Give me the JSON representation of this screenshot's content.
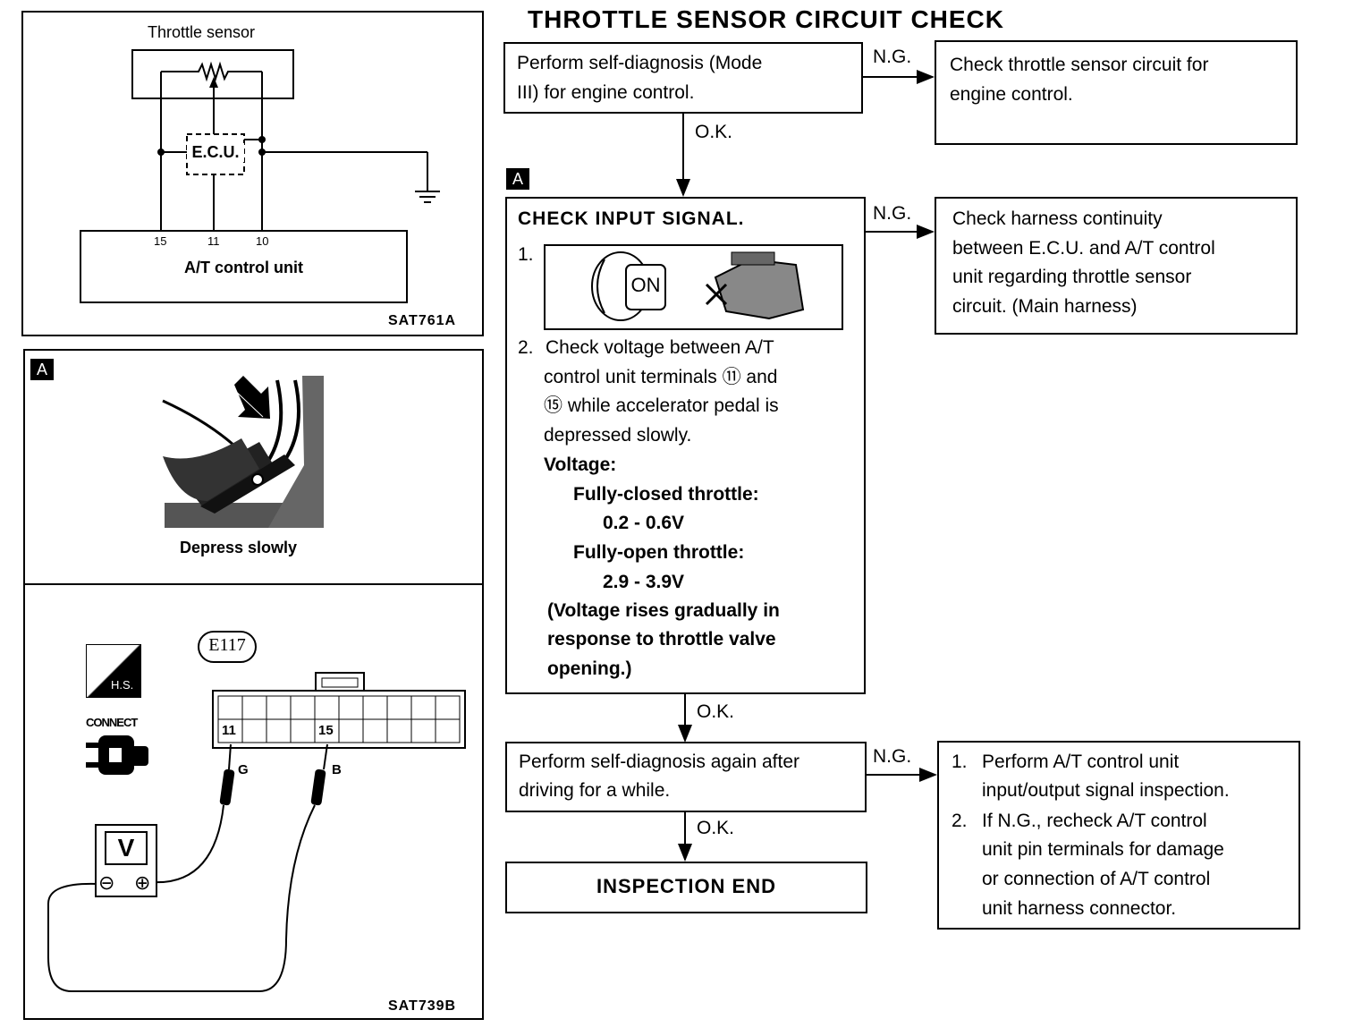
{
  "title": "THROTTLE SENSOR CIRCUIT CHECK",
  "marker_a": "A",
  "labels": {
    "ng": "N.G.",
    "ok": "O.K."
  },
  "schematic": {
    "sensor_label": "Throttle sensor",
    "ecu_label": "E.C.U.",
    "unit_label": "A/T control unit",
    "pins": [
      "15",
      "11",
      "10"
    ],
    "ref": "SAT761A"
  },
  "illustration": {
    "pedal_caption": "Depress slowly",
    "connector_id": "E117",
    "hs_label": "H.S.",
    "connect_label": "CONNECT",
    "terminals": [
      "11",
      "15"
    ],
    "wire_colors": [
      "G",
      "B"
    ],
    "meter_label": "V",
    "minus": "⊖",
    "plus": "⊕",
    "ref": "SAT739B"
  },
  "flow": {
    "step1": [
      "Perform self-diagnosis (Mode",
      "III) for engine control."
    ],
    "step1_ng": [
      "Check throttle sensor circuit for",
      "engine control."
    ],
    "step2": {
      "heading": "CHECK INPUT SIGNAL.",
      "item1_num": "1.",
      "ignition": "ON",
      "item2_num": "2.",
      "item2_lines": [
        "Check voltage between A/T",
        "control unit terminals ⑪ and",
        "⑮ while accelerator pedal is",
        "depressed slowly."
      ],
      "voltage_label": "Voltage:",
      "closed_label": "Fully-closed throttle:",
      "closed_value": "0.2 - 0.6V",
      "open_label": "Fully-open throttle:",
      "open_value": "2.9 - 3.9V",
      "note_lines": [
        "(Voltage rises gradually in",
        "response to throttle valve",
        "opening.)"
      ]
    },
    "step2_ng": [
      "Check harness continuity",
      "between E.C.U. and A/T control",
      "unit regarding throttle sensor",
      "circuit. (Main harness)"
    ],
    "step3": [
      "Perform self-diagnosis again after",
      "driving for a while."
    ],
    "step3_ng": {
      "n1": "1.",
      "lines1": [
        "Perform A/T control unit",
        "input/output signal inspection."
      ],
      "n2": "2.",
      "lines2": [
        "If N.G., recheck A/T control",
        "unit pin terminals for damage",
        "or connection of A/T control",
        "unit harness connector."
      ]
    },
    "end": "INSPECTION END"
  }
}
